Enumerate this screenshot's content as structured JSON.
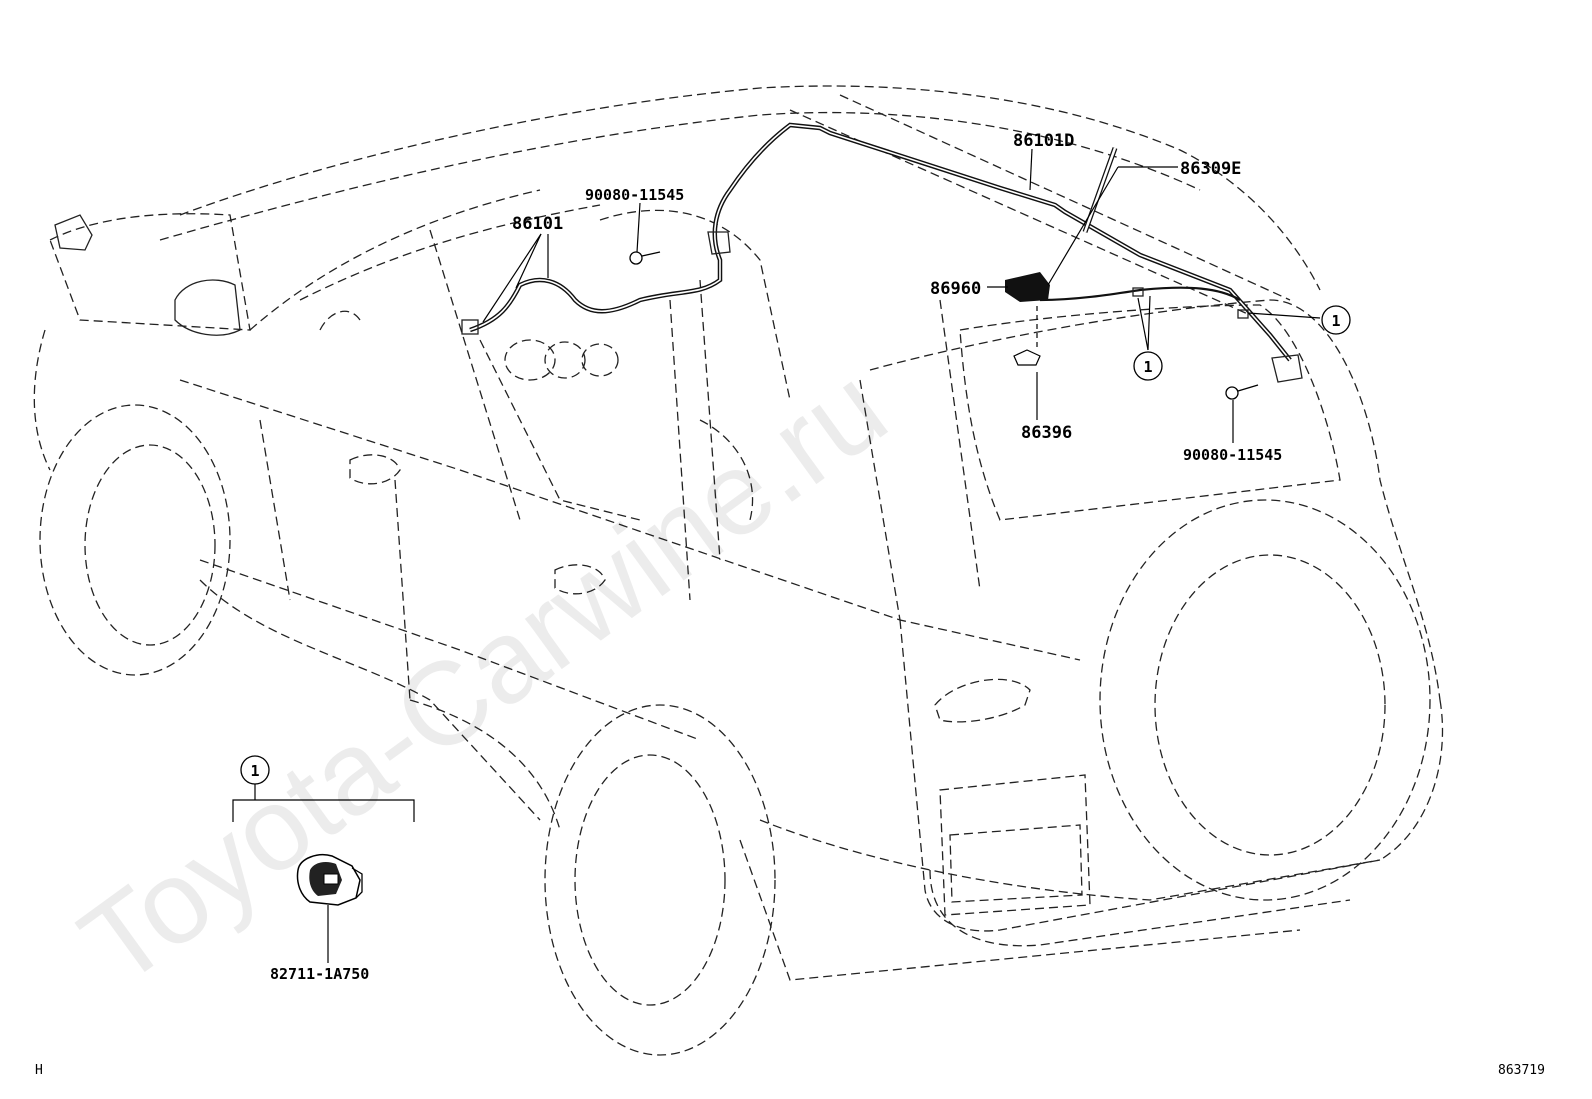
{
  "watermark": "Toyota-Carwine.ru",
  "callouts": {
    "cable_front": "86101",
    "cable_rear": "86101D",
    "antenna_mast": "86309E",
    "antenna_base": "86960",
    "clip": "86396",
    "bolt_front": "90080-11545",
    "bolt_rear": "90080-11545",
    "ref_circle_a": "1",
    "ref_circle_b": "1",
    "inset_ref_circle": "1",
    "inset_part": "82711-1A750"
  },
  "corner_left": "H",
  "corner_right": "863719"
}
